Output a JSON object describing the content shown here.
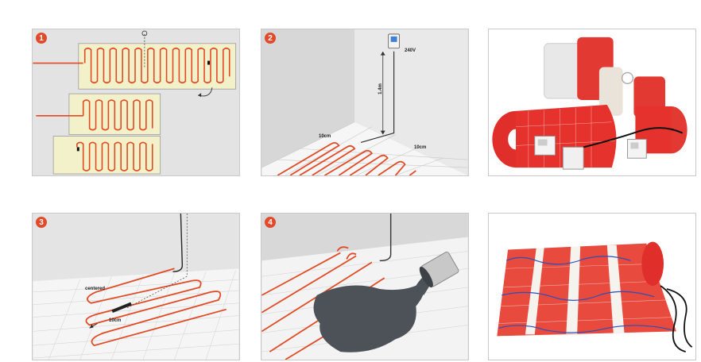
{
  "steps": [
    {
      "number": "1"
    },
    {
      "number": "2",
      "labels": {
        "voltage": "240V",
        "height": "1.4m",
        "spacing_left": "10cm",
        "spacing_right": "10cm"
      }
    },
    {
      "number": "3",
      "labels": {
        "centered": "centered",
        "spacing": "10cm"
      }
    },
    {
      "number": "4"
    }
  ],
  "colors": {
    "cable": "#e24a24",
    "wall": "#e6e6e6",
    "floor": "#f3f3f3",
    "mat_fill": "#f1f0c8",
    "mesh_red": "#e32a2a",
    "screed": "#4c5258"
  },
  "icons": [
    "thermostat-icon",
    "thermostat-unit-icon",
    "paint-bucket-icon"
  ]
}
